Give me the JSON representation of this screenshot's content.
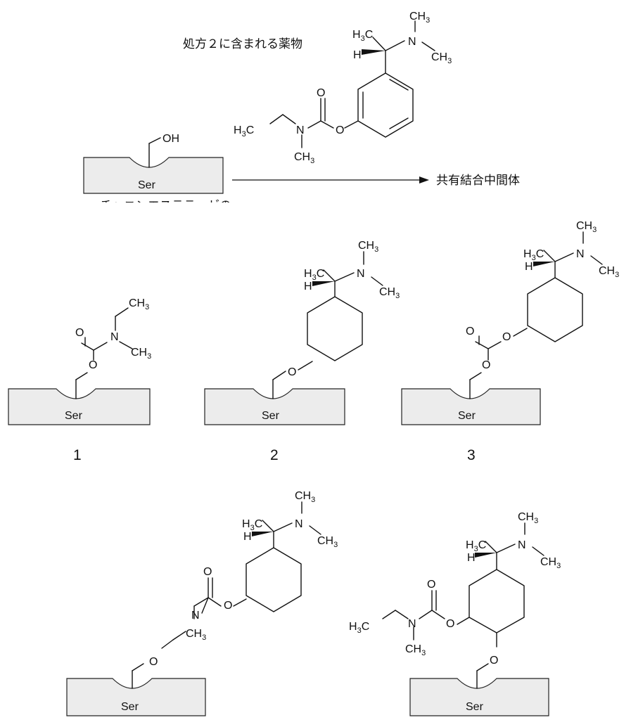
{
  "header_caption": "処方２に含まれる薬物",
  "product_label": "共有結合中間体",
  "cutoff_caption": "チャニンエステラーゼの",
  "enzyme_label": "Ser",
  "hydroxyl_label": "OH",
  "atoms": {
    "O": "O",
    "N": "N",
    "H": "H",
    "CH": "CH",
    "H3C_main": "H",
    "C": "C",
    "sub3": "3"
  },
  "choices": [
    "1",
    "2",
    "3"
  ]
}
